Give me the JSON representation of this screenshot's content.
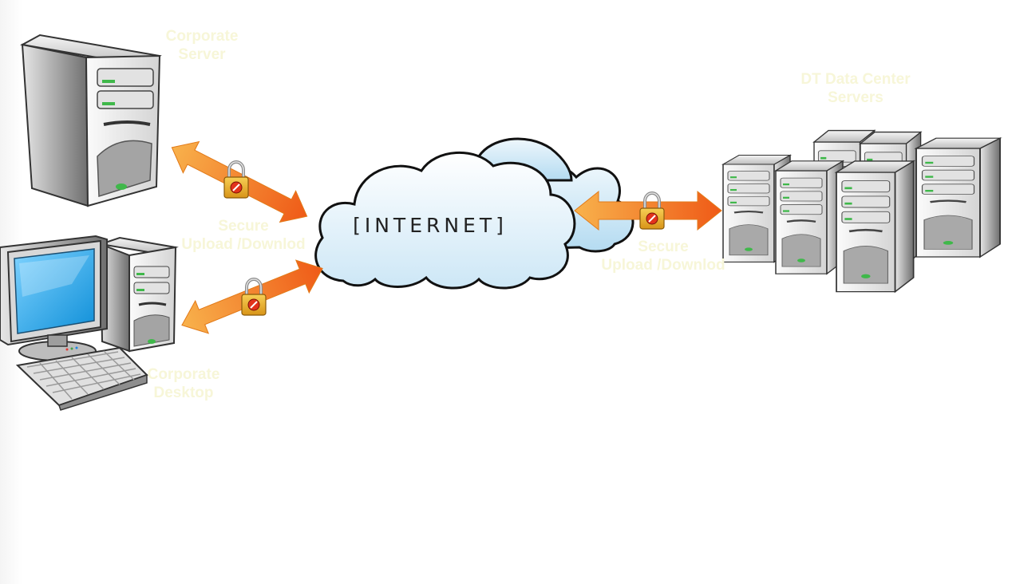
{
  "labels": {
    "corporate_server": [
      "Corporate",
      "Server"
    ],
    "data_center": [
      "DT Data Center",
      "Servers"
    ],
    "secure_left": [
      "Secure",
      "Upload /Downlod"
    ],
    "secure_right": [
      "Secure",
      "Upload /Downlod"
    ],
    "corporate_desktop": [
      "Corporate",
      "Desktop"
    ]
  },
  "cloud_label": "[INTERNET]",
  "colors": {
    "label_text": "#f7f6d8",
    "arrow_light": "#f8b24c",
    "arrow_dark": "#ef5a17",
    "cloud_stroke": "#111111",
    "cloud_fill": "#dbeef9",
    "lock": "#f0b22e",
    "screen": "#1aa0e8"
  },
  "icons": [
    "tower-server-icon",
    "desktop-computer-icon",
    "server-rack-icon",
    "padlock-icon",
    "double-arrow-icon",
    "cloud-icon"
  ]
}
